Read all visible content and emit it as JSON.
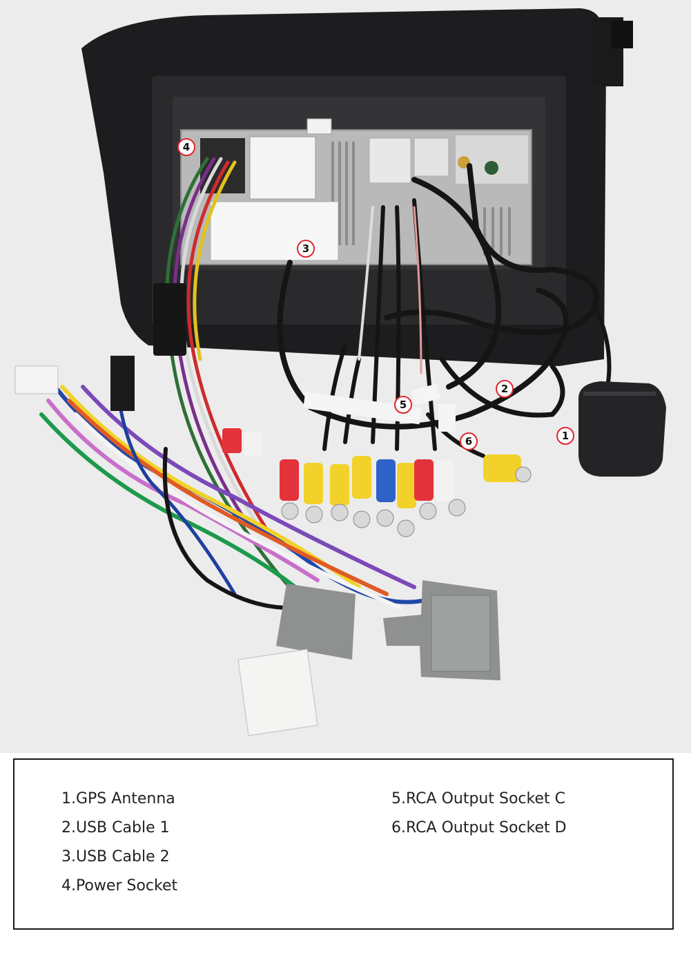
{
  "markers": [
    {
      "id": "marker-1",
      "number": "1"
    },
    {
      "id": "marker-2",
      "number": "2"
    },
    {
      "id": "marker-3",
      "number": "3"
    },
    {
      "id": "marker-4",
      "number": "4"
    },
    {
      "id": "marker-5",
      "number": "5"
    },
    {
      "id": "marker-6",
      "number": "6"
    }
  ],
  "legend": {
    "left_items": [
      "1.GPS Antenna",
      "2.USB Cable 1",
      "3.USB Cable 2",
      "4.Power Socket"
    ],
    "right_items": [
      "5.RCA Output Socket C",
      "6.RCA Output Socket D"
    ]
  },
  "colors": {
    "marker_border": "#e0262c",
    "frame": "#1d1d1f",
    "legend_border": "#1a1a1a"
  }
}
